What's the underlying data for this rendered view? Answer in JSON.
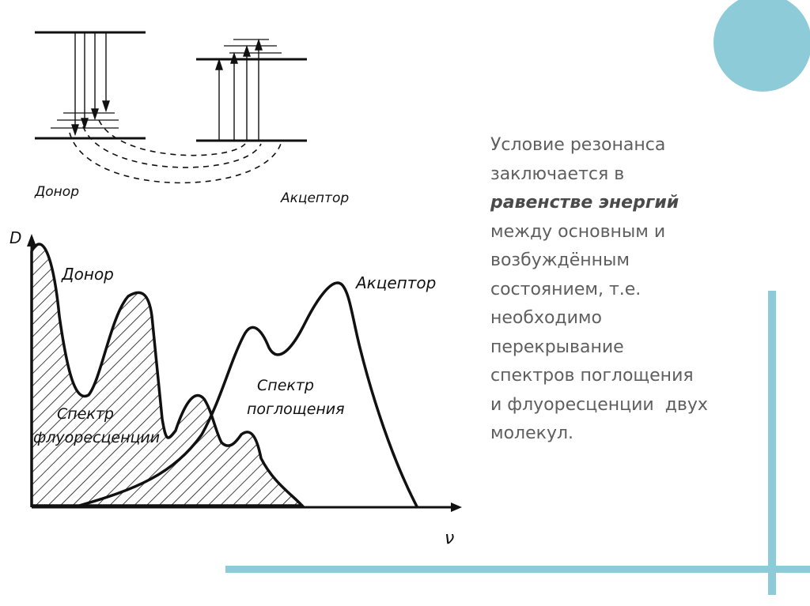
{
  "colors": {
    "accent": "#8dcbd9",
    "text": "#5f5f5f",
    "ink": "#111111"
  },
  "diagram": {
    "donor_level_label": "Донор",
    "acceptor_level_label": "Акцептор"
  },
  "spectrum": {
    "y_axis_label": "D",
    "x_axis_label": "ν",
    "donor_label": "Донор",
    "acceptor_label": "Акцептор",
    "fluorescence_label_line1": "Спектр",
    "fluorescence_label_line2": "флуоресценции",
    "absorption_label_line1": "Спектр",
    "absorption_label_line2": "поглощения"
  },
  "text": {
    "line1": "Условие резонанса",
    "line2": "заключается в",
    "emphasis": "равенстве энергий",
    "line4": "между основным и",
    "line5": "возбуждённым",
    "line6": "состоянием, т.е.",
    "line7": "необходимо",
    "line8": "перекрывание",
    "line9": "спектров поглощения",
    "line10": "и флуоресценции  двух",
    "line11": "молекул."
  }
}
